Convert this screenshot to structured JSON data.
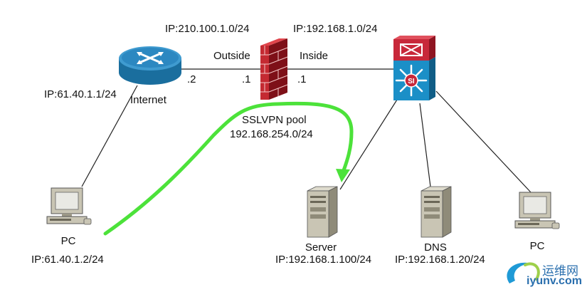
{
  "network": {
    "outside_subnet": "IP:210.100.1.0/24",
    "inside_subnet": "IP:192.168.1.0/24",
    "outside_label": "Outside",
    "inside_label": "Inside",
    "router_port": ".2",
    "fw_outside_port": ".1",
    "fw_inside_port": ".1",
    "router_ip": "IP:61.40.1.1/24",
    "internet_label": "Internet",
    "sslvpn_label": "SSLVPN pool",
    "sslvpn_subnet": "192.168.254.0/24"
  },
  "devices": {
    "pc_left": {
      "label": "PC",
      "ip": "IP:61.40.1.2/24"
    },
    "server": {
      "label": "Server",
      "ip": "IP:192.168.1.100/24"
    },
    "dns": {
      "label": "DNS",
      "ip": "IP:192.168.1.20/24"
    },
    "pc_right": {
      "label": "PC"
    }
  },
  "watermark": {
    "cn": "运维网",
    "en": "iyunv.com"
  },
  "colors": {
    "router": "#1f7fb6",
    "firewall": "#b5202a",
    "switch_top": "#c8283a",
    "switch_bottom": "#1b8fc7",
    "vpn_path": "#4ce23a",
    "server_body": "#c9c5b4"
  }
}
